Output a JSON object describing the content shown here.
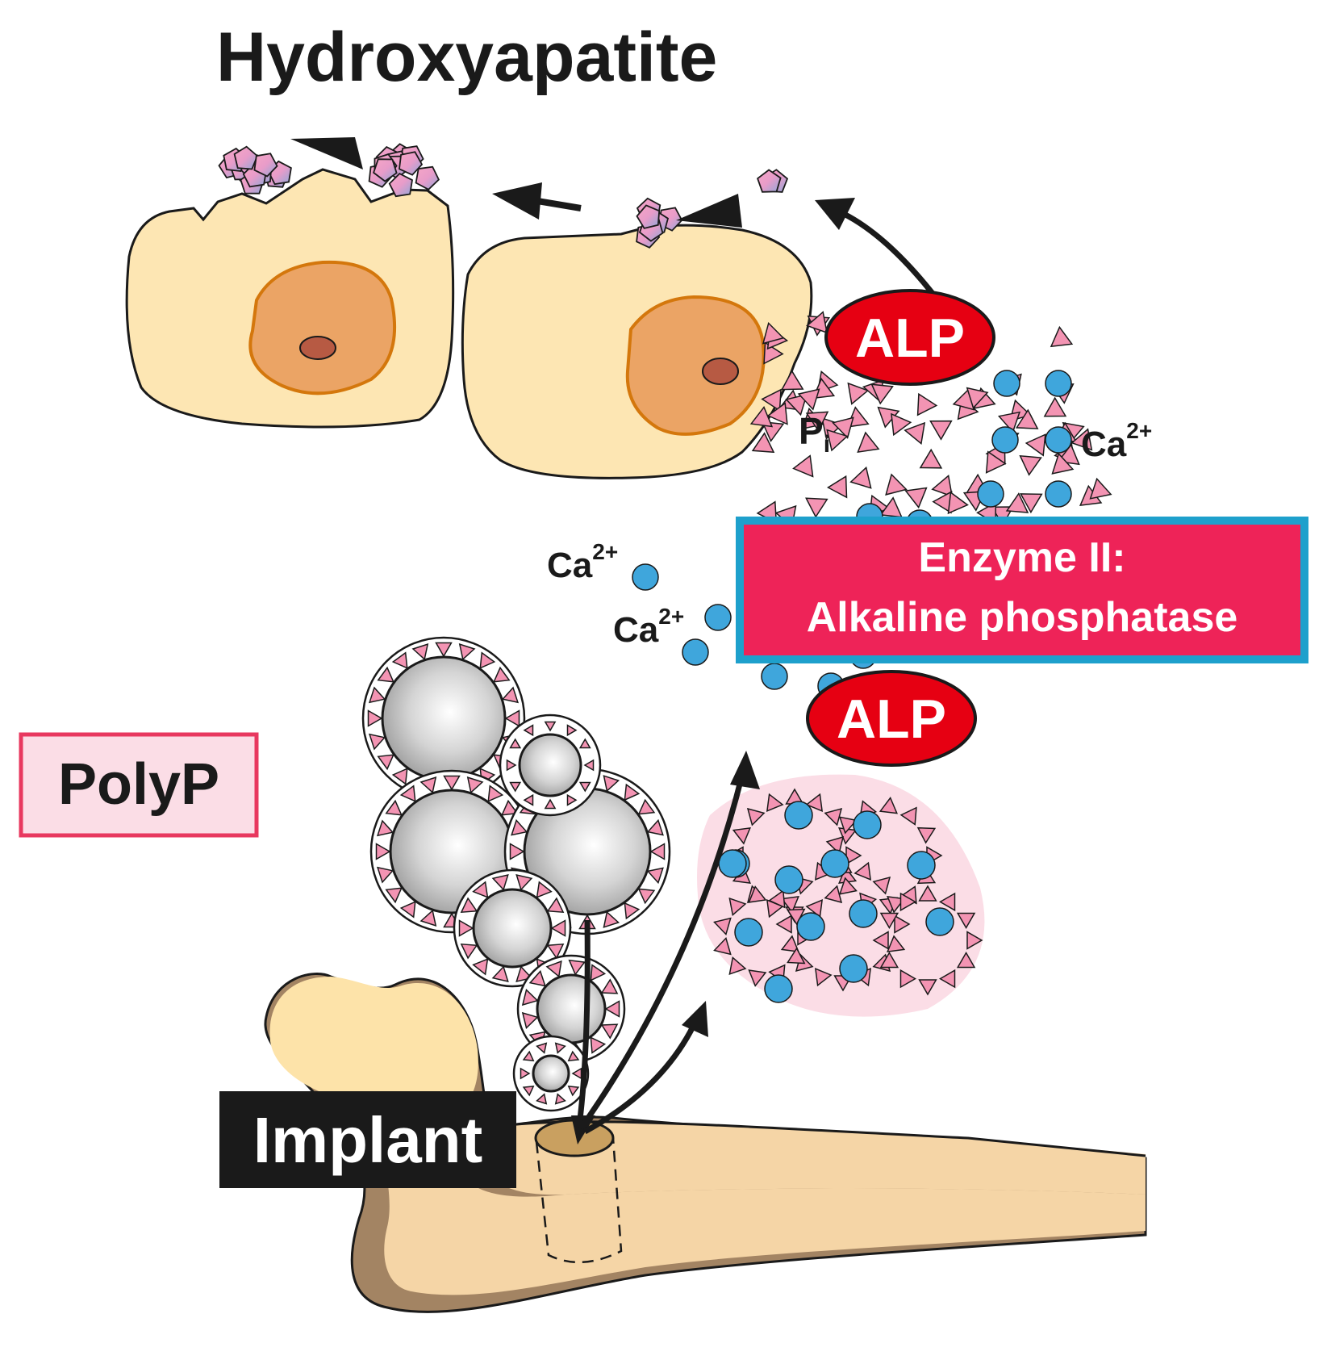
{
  "title": "Hydroxyapatite",
  "polyp_label": "PolyP",
  "implant_label": "Implant",
  "enzyme_box": {
    "line1": "Enzyme II:",
    "line2": "Alkaline phosphatase"
  },
  "alp_label": "ALP",
  "pi_label": {
    "main": "P",
    "sub": "i"
  },
  "ca_label": {
    "main": "Ca",
    "sup": "2+"
  },
  "colors": {
    "cell_fill": "#fde6b3",
    "nucleus_fill": "#eba465",
    "nucleus_stroke": "#d4770c",
    "nucleolus": "#b75a43",
    "alp_red": "#e60012",
    "enzyme_box_fill": "#ee2358",
    "enzyme_box_border": "#1ea0cc",
    "polyp_box_fill": "#fbdde6",
    "polyp_box_border": "#e8385f",
    "ca_blue": "#3fa6dc",
    "phosphate_pink": "#f394b3",
    "bone_fill": "#f5d5a6",
    "bone_dark": "#a38463",
    "implant_fill": "#c9a060"
  }
}
